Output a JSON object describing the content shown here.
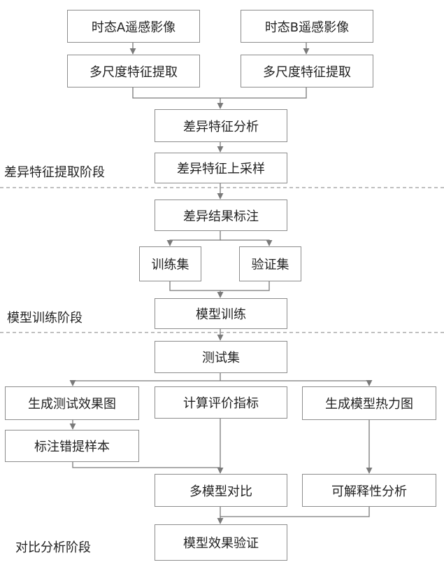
{
  "nodes": {
    "imgA": "时态A遥感影像",
    "imgB": "时态B遥感影像",
    "msA": "多尺度特征提取",
    "msB": "多尺度特征提取",
    "diffAnalysis": "差异特征分析",
    "upsample": "差异特征上采样",
    "annotate": "差异结果标注",
    "trainSet": "训练集",
    "valSet": "验证集",
    "train": "模型训练",
    "testSet": "测试集",
    "genTest": "生成测试效果图",
    "metrics": "计算评价指标",
    "heatmap": "生成模型热力图",
    "labelErr": "标注错提样本",
    "compare": "多模型对比",
    "interpret": "可解释性分析",
    "verify": "模型效果验证"
  },
  "stages": {
    "extract": "差异特征提取阶段",
    "training": "模型训练阶段",
    "analysis": "对比分析阶段"
  },
  "colors": {
    "line": "#7a7a7a",
    "dash": "#9a9a9a",
    "border": "#8c8c8c"
  }
}
